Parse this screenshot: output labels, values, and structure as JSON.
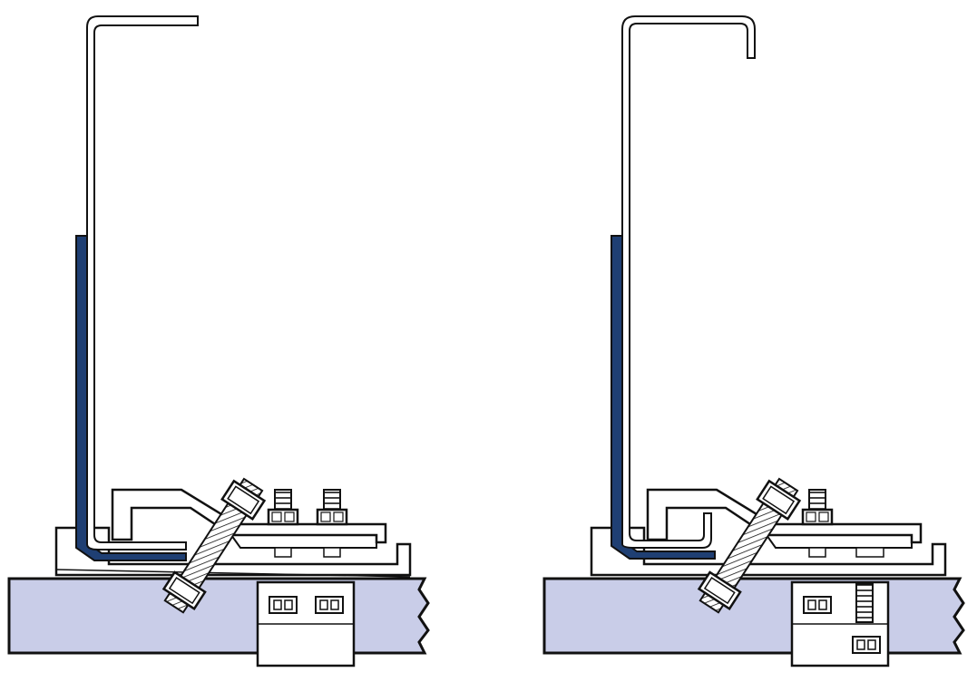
{
  "diagram": {
    "panels": [
      {
        "name": "connection-detail-left",
        "top_flange": "straight-lip",
        "bolts_vertical": 2,
        "bottom_clamp_bolts": 2
      },
      {
        "name": "connection-detail-right",
        "top_flange": "hooked-lip",
        "bolts_vertical": 1,
        "bottom_clamp_bolts": 2
      }
    ],
    "colors": {
      "beam_fill": "#c9cde8",
      "reinforcement_plate": "#1f3f73",
      "outline": "#111111",
      "background": "#ffffff"
    }
  }
}
